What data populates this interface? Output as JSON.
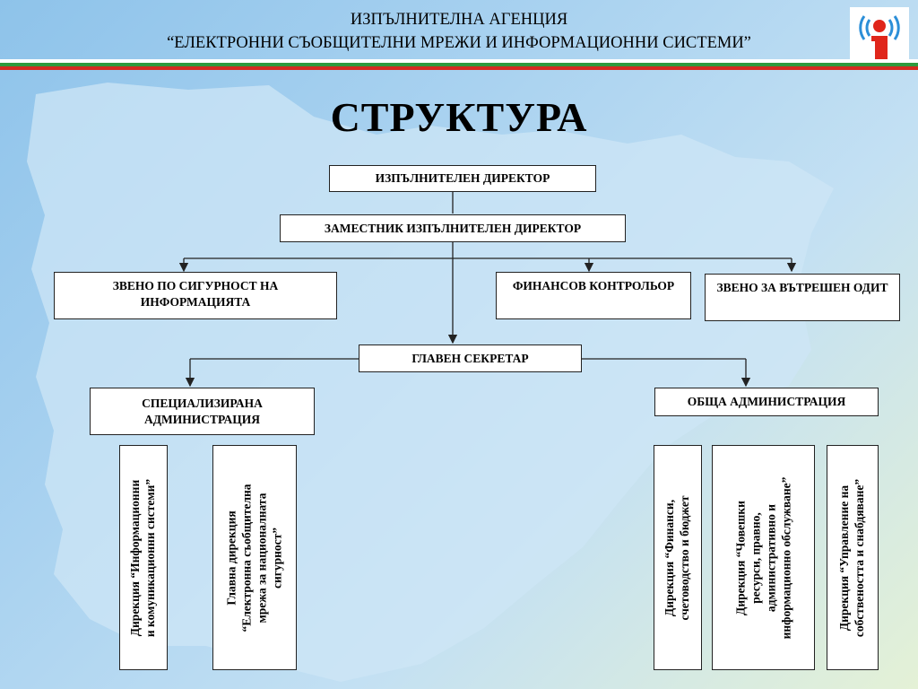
{
  "header": {
    "line1": "ИЗПЪЛНИТЕЛНА АГЕНЦИЯ",
    "line2": "“ЕЛЕКТРОННИ СЪОБЩИТЕЛНИ МРЕЖИ И ИНФОРМАЦИОННИ СИСТЕМИ”",
    "stripe_colors": [
      "#ffffff",
      "#2e9a3c",
      "#d42a1e"
    ]
  },
  "logo": {
    "icon": "info-signal-logo",
    "accent": "#e0261b"
  },
  "title": "СТРУКТУРА",
  "org": {
    "director": "ИЗПЪЛНИТЕЛЕН ДИРЕКТОР",
    "deputy_director": "ЗАМЕСТНИК ИЗПЪЛНИТЕЛЕН ДИРЕКТОР",
    "security_unit": "ЗВЕНО ПО СИГУРНОСТ НА ИНФОРМАЦИЯТА",
    "financial_controller": "ФИНАНСОВ КОНТРОЛЬОР",
    "internal_audit": "ЗВЕНО ЗА ВЪТРЕШЕН ОДИТ",
    "chief_secretary": "ГЛАВЕН СЕКРЕТАР",
    "specialized_admin": "СПЕЦИАЛИЗИРАНА АДМИНИСТРАЦИЯ",
    "general_admin": "ОБЩА АДМИНИСТРАЦИЯ",
    "directorates": [
      {
        "lines": [
          "Дирекция “Информационни",
          "и комуникационни системи”"
        ]
      },
      {
        "lines": [
          "Главна дирекция",
          "“Електронна съобщителна",
          "мрежа за националната",
          "сигурност”"
        ]
      },
      {
        "lines": [
          "Дирекция “Финанси,",
          "счетоводство и бюджет"
        ]
      },
      {
        "lines": [
          "Дирекция “Човешки",
          "ресурси, правно,",
          "административно и",
          "информационно обслужване”"
        ]
      },
      {
        "lines": [
          "Дирекция “Управление на",
          "собствеността и снабдяване”"
        ]
      }
    ]
  }
}
